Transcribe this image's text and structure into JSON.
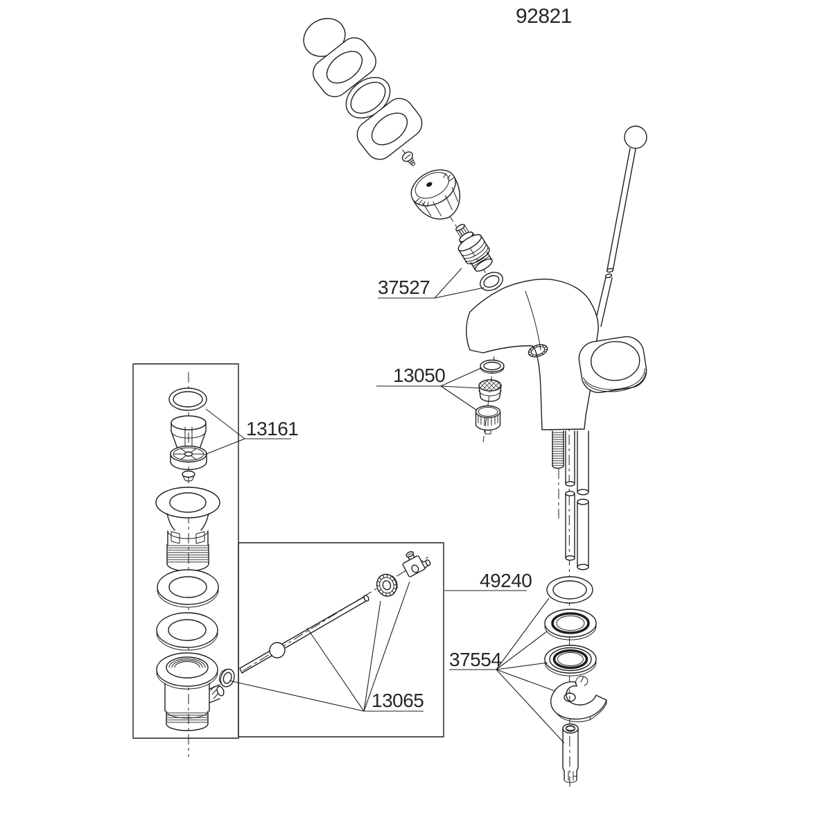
{
  "diagram": {
    "title": "92821",
    "background_color": "#ffffff",
    "line_color": "#1d1d1b",
    "part_labels": {
      "cartridge": "37527",
      "aerator": "13050",
      "drain_stopper": "13161",
      "drain_rod_assembly": "49240",
      "mounting_kit": "37554",
      "pivot_rod": "13065"
    }
  }
}
